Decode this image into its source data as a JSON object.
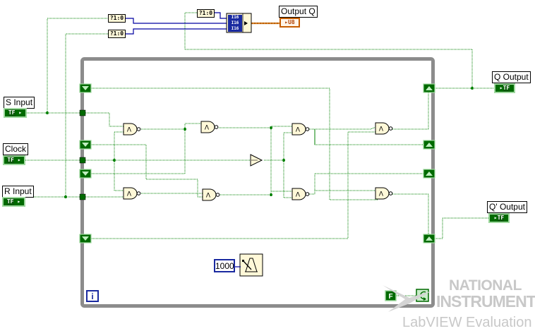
{
  "labels": {
    "s_input": "S Input",
    "clock": "Clock",
    "r_input": "R Input",
    "output_q": "Output Q",
    "q_output": "Q Output",
    "qbar_output": "Q' Output"
  },
  "terminals": {
    "bool_tf": "TF",
    "u8": "U8",
    "bool_to_num": "?1:0",
    "bundle_item": "I16"
  },
  "constants": {
    "wait_ms": "1000",
    "false_constant": "F",
    "loop_iteration": "i"
  },
  "watermark": {
    "line1": "NATIONAL",
    "line2": "INSTRUMENTS",
    "line3": "LabVIEW Evaluation"
  },
  "colors": {
    "boolean_wire": "#008000",
    "numeric_wire": "#0000a0",
    "u8_wire": "#c06000",
    "loop_frame": "#8c8c8c",
    "gate_fill": "#fff8d8"
  },
  "icons": {
    "gate": "nand-gate-icon",
    "not_gate": "not-gate-icon",
    "wait": "metronome-icon",
    "stop": "loop-condition-icon"
  }
}
